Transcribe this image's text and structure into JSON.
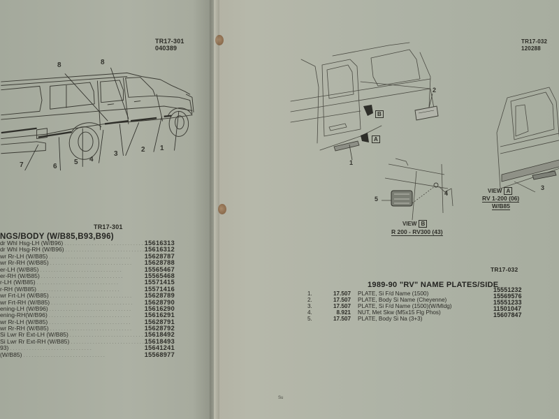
{
  "left_page": {
    "ref_top": {
      "code": "TR17-301",
      "date": "040389"
    },
    "ref_section": "TR17-301",
    "illustration_callouts": [
      "1",
      "2",
      "3",
      "3",
      "4",
      "5",
      "6",
      "7",
      "8",
      "8"
    ],
    "section_title": "NGS/BODY (W/B85,B93,B96)",
    "parts": [
      {
        "desc": "dr Whl Hsg-LH (W/B96)",
        "part_number": "15616313"
      },
      {
        "desc": "dr Whl Hsg-RH (W/B96)",
        "part_number": "15616312"
      },
      {
        "desc": "wr Rr-LH (W/B85)",
        "part_number": "15628787"
      },
      {
        "desc": "wr Rr-RH (W/B85)",
        "part_number": "15628788"
      },
      {
        "desc": "er-LH (W/B85)",
        "part_number": "15565467"
      },
      {
        "desc": "er-RH (W/B85)",
        "part_number": "15565468"
      },
      {
        "desc": "r-LH (W/B85)",
        "part_number": "15571415"
      },
      {
        "desc": "r-RH (W/B85)",
        "part_number": "15571416"
      },
      {
        "desc": "wr Frt-LH (W/B85)",
        "part_number": "15628789"
      },
      {
        "desc": "wr Frt-RH (W/B85)",
        "part_number": "15628790"
      },
      {
        "desc": "ening-LH (W/B96)",
        "part_number": "15616290"
      },
      {
        "desc": "ening-RH(W/B96)",
        "part_number": "15616291"
      },
      {
        "desc": "wr Rr-LH (W/B85)",
        "part_number": "15628791"
      },
      {
        "desc": "wr Rr-RH (W/B85)",
        "part_number": "15628792"
      },
      {
        "desc": "Si Lwr Rr Ext-LH (W/B85)",
        "part_number": "15618492"
      },
      {
        "desc": "Si Lwr Rr Ext-RH (W/B85)",
        "part_number": "15618493"
      },
      {
        "desc": "93)",
        "part_number": "15641241"
      },
      {
        "desc": " (W/B85)",
        "part_number": "15568977"
      }
    ]
  },
  "right_page": {
    "ref_top": {
      "code": "TR17-032",
      "date": "120288"
    },
    "ref_section": "TR17-032",
    "callouts": {
      "c1": "1",
      "c2": "2",
      "c3": "3",
      "c4": "4",
      "c5": "5"
    },
    "view_arrows": {
      "a": "A",
      "b": "B"
    },
    "view_a": {
      "label": "VIEW",
      "letter": "A",
      "line1": "RV 1-200 (06)",
      "line2": "W/B85"
    },
    "view_b": {
      "label": "VIEW",
      "letter": "B",
      "line1": "R 200 - RV300 (43)"
    },
    "section_title": "1989-90 \"RV\" NAME PLATES/SIDE",
    "items": [
      {
        "index": "1.",
        "group": "17.507",
        "desc": "PLATE, Si F/d Name (1500)"
      },
      {
        "index": "2.",
        "group": "17.507",
        "desc": "PLATE, Body Si Name (Cheyenne)"
      },
      {
        "index": "3.",
        "group": "17.507",
        "desc": "PLATE, Si F/d Name (1500)(W/Mldg)"
      },
      {
        "index": "4.",
        "group": "8.921",
        "desc": "NUT, Met Skw (M5x15 Flg Phos)"
      },
      {
        "index": "5.",
        "group": "17.507",
        "desc": "PLATE, Body Si Na (3+3)"
      }
    ],
    "part_numbers": [
      "15551232",
      "15569576",
      "15551233",
      "11501047",
      "15607847"
    ],
    "footer_mark": "Su"
  }
}
